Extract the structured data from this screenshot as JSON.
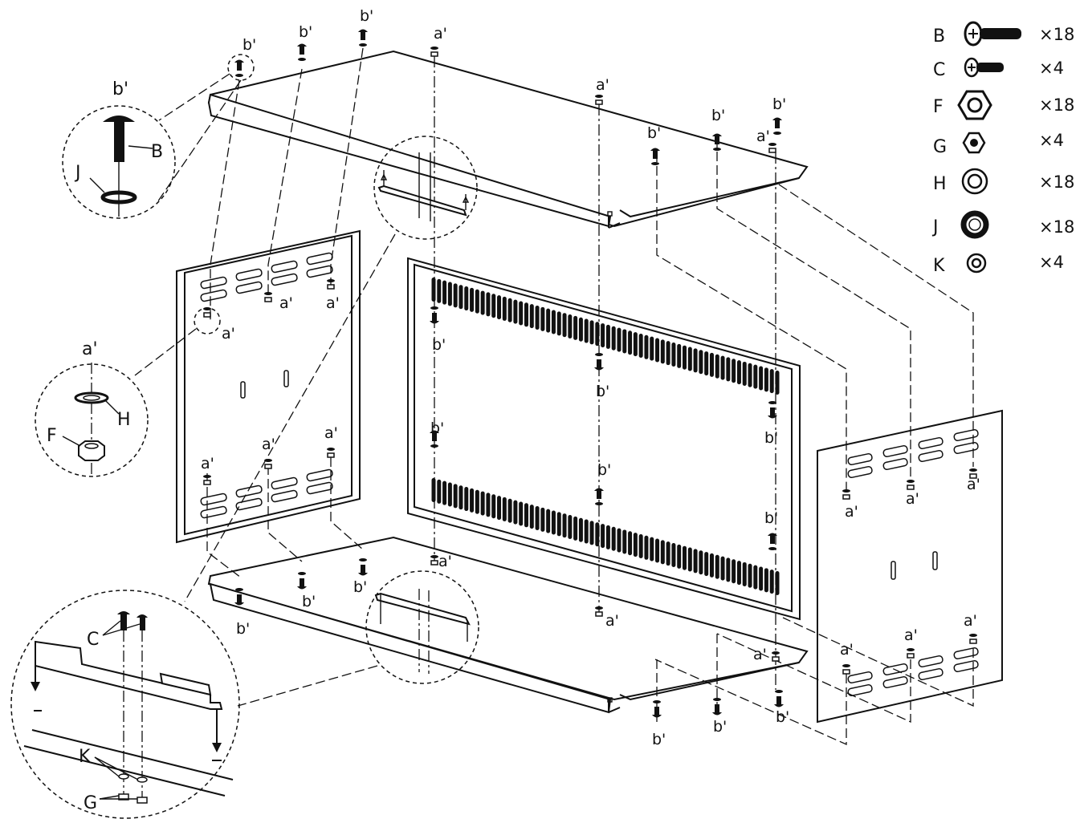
{
  "legend": [
    {
      "letter": "B",
      "qty": "×18",
      "icon": "bolt-long-icon"
    },
    {
      "letter": "C",
      "qty": "×4",
      "icon": "bolt-short-icon"
    },
    {
      "letter": "F",
      "qty": "×18",
      "icon": "hex-nut-large-icon"
    },
    {
      "letter": "G",
      "qty": "×4",
      "icon": "hex-nut-small-icon"
    },
    {
      "letter": "H",
      "qty": "×18",
      "icon": "flat-washer-icon"
    },
    {
      "letter": "J",
      "qty": "×18",
      "icon": "lock-washer-icon"
    },
    {
      "letter": "K",
      "qty": "×4",
      "icon": "small-washer-icon"
    }
  ],
  "callouts": {
    "a_prime": "a'",
    "b_prime": "b'"
  },
  "details": {
    "bolt_detail": {
      "title": "b'",
      "bolt": "B",
      "washer": "J"
    },
    "nut_detail": {
      "title": "a'",
      "washer": "H",
      "nut": "F"
    },
    "bracket_detail": {
      "bolts": "C",
      "washers": "K",
      "nuts": "G"
    }
  }
}
